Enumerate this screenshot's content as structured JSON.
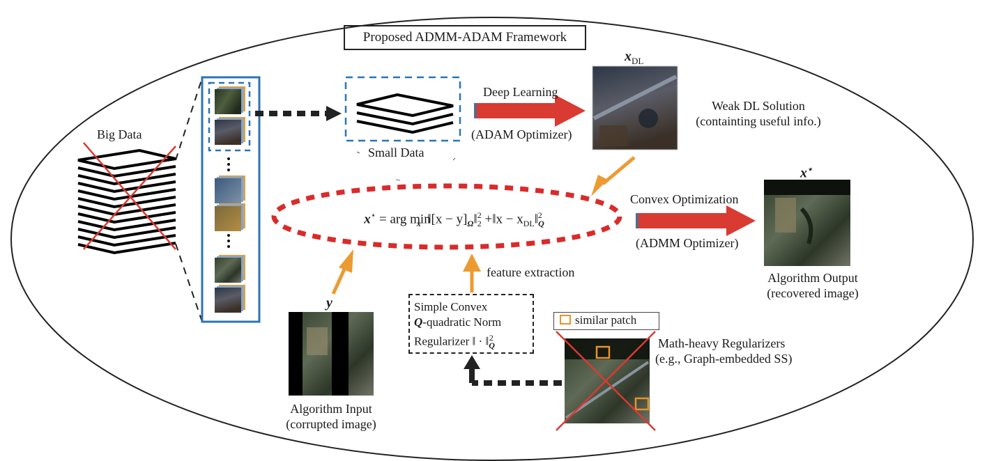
{
  "title": "Proposed ADMM-ADAM Framework",
  "big_data": {
    "label": "Big Data"
  },
  "small_data": {
    "label": "Small Data"
  },
  "deep_learning": {
    "label": "Deep Learning",
    "optimizer": "(ADAM Optimizer)"
  },
  "dl_solution": {
    "symbol": "x",
    "subscript": "DL",
    "label_line1": "Weak DL Solution",
    "label_line2": "(containting useful info.)"
  },
  "objective": {
    "lhs": "x",
    "op": "= arg min",
    "under": "x",
    "term1": "‖[x − y]",
    "omega": "Ω",
    "norm_sub": "2",
    "norm_sup": "2",
    "plus": "+",
    "term2": "‖x − x",
    "term2_sub": "DL",
    "q_sub": "Q"
  },
  "convex": {
    "label": "Convex Optimization",
    "optimizer": "(ADMM Optimizer)"
  },
  "output": {
    "symbol": "x",
    "star": "⋆",
    "label_line1": "Algorithm Output",
    "label_line2": "(recovered image)"
  },
  "input": {
    "symbol": "y",
    "label_line1": "Algorithm Input",
    "label_line2": "(corrupted image)"
  },
  "feature_extraction": "feature extraction",
  "regularizer": {
    "line1": "Simple Convex",
    "line2_bold": "Q",
    "line2": "-quadratic Norm",
    "line3": "Regularizer ‖ · ‖"
  },
  "similar_patch": "similar patch",
  "math_heavy": {
    "line1": "Math-heavy Regularizers",
    "line2": "(e.g., Graph-embedded SS)"
  },
  "colors": {
    "red_arrow": "#d93a32",
    "orange_arrow": "#ec9a32",
    "blue_box": "#2b74b5",
    "ellipse_dash": "#d92b2b"
  }
}
